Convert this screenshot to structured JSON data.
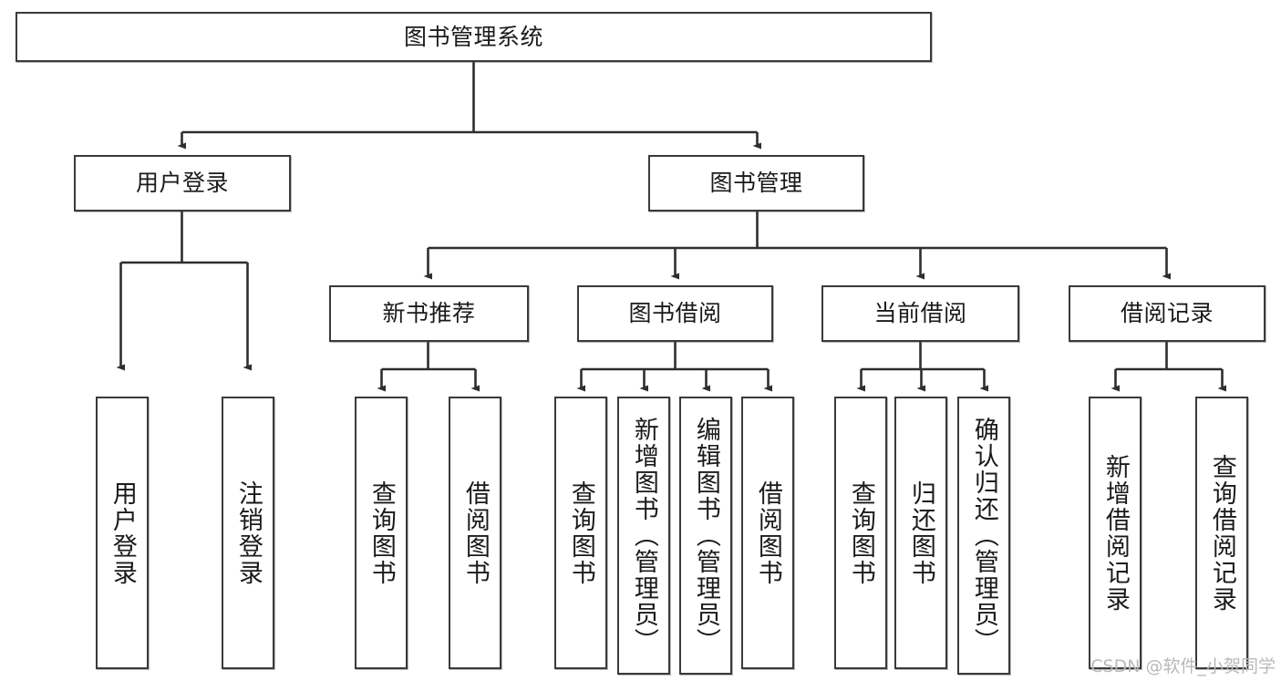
{
  "diagram": {
    "title": "图书管理系统",
    "type": "tree-hierarchy",
    "stroke_color": "#3a3a3a",
    "background_color": "#ffffff",
    "text_color": "#1a1a1a"
  },
  "root": {
    "label": "图书管理系统"
  },
  "level2": [
    {
      "label": "用户登录"
    },
    {
      "label": "图书管理"
    }
  ],
  "level3": [
    {
      "label": "新书推荐"
    },
    {
      "label": "图书借阅"
    },
    {
      "label": "当前借阅"
    },
    {
      "label": "借阅记录"
    }
  ],
  "leaves": {
    "user_login": [
      {
        "label": "用户登录"
      },
      {
        "label": "注销登录"
      }
    ],
    "new_book_recommend": [
      {
        "label": "查询图书"
      },
      {
        "label": "借阅图书"
      }
    ],
    "book_borrow": [
      {
        "label": "查询图书"
      },
      {
        "label": "新增图书（管理员）"
      },
      {
        "label": "编辑图书（管理员）"
      },
      {
        "label": "借阅图书"
      }
    ],
    "current_borrow": [
      {
        "label": "查询图书"
      },
      {
        "label": "归还图书"
      },
      {
        "label": "确认归还（管理员）"
      }
    ],
    "borrow_record": [
      {
        "label": "新增借阅记录"
      },
      {
        "label": "查询借阅记录"
      }
    ]
  },
  "watermark": {
    "text": "CSDN @软件_小贺同学"
  }
}
